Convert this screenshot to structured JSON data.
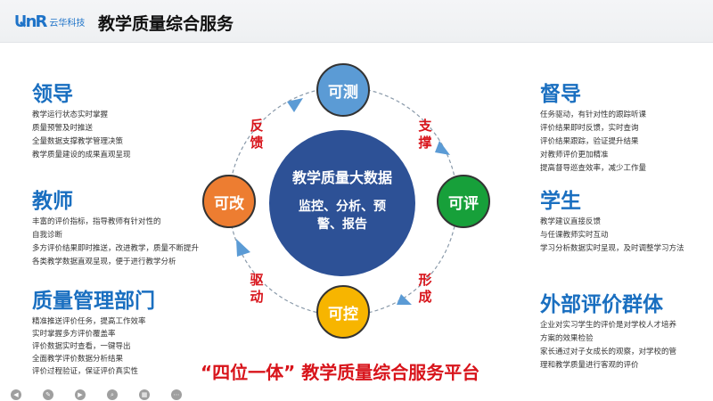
{
  "header": {
    "logo_mark": "ԱnR",
    "logo_text": "云华科技",
    "title": "教学质量综合服务"
  },
  "left": [
    {
      "title": "领导",
      "lines": [
        "教学运行状态实时掌握",
        "质量预警及时推送",
        "全量数据支撑教学管理决策",
        "教学质量建设的成果直观呈现"
      ]
    },
    {
      "title": "教师",
      "lines": [
        "丰富的评价指标，指导教师有针对性的",
        "自我诊断",
        "多方评价结果即时推送，改进教学，质量不断提升",
        "各类教学数据直观呈现，便于进行教学分析"
      ]
    },
    {
      "title": "质量管理部门",
      "lines": [
        "精准推送评价任务，提高工作效率",
        "实时掌握多方评价覆盖率",
        "评价数据实时查看，一键导出",
        "全面教学评价数据分析结果",
        "评价过程验证，保证评价真实性"
      ]
    }
  ],
  "right": [
    {
      "title": "督导",
      "lines": [
        "任务驱动，有针对性的跟踪听课",
        "评价结果即时反馈，实时查询",
        "评价结果跟踪，验证提升结果",
        "对教师评价更加精准",
        "提高督导巡查效率，减少工作量"
      ]
    },
    {
      "title": "学生",
      "lines": [
        "教学建议直接反馈",
        "与任课教师实时互动",
        "学习分析数据实时呈现，及时调整学习方法"
      ]
    },
    {
      "title": "外部评价群体",
      "lines": [
        "企业对实习学生的评价是对学校人才培养",
        "方案的效果检验",
        "家长通过对子女成长的观察，对学校的管",
        "理和教学质量进行客观的评价"
      ]
    }
  ],
  "diagram": {
    "center_title": "教学质量大数据",
    "center_sub": "监控、分析、预警、报告",
    "nodes": {
      "top": "可测",
      "right": "可评",
      "bottom": "可控",
      "left": "可改"
    },
    "arrows": {
      "support": "支撑",
      "form": "形成",
      "drive": "驱动",
      "feedback": "反馈"
    },
    "colors": {
      "top": "#5b9bd5",
      "right": "#17a03a",
      "bottom": "#f7b500",
      "left": "#ed7d31",
      "center": "#2d5196"
    }
  },
  "footer": "“四位一体” 教学质量综合服务平台"
}
